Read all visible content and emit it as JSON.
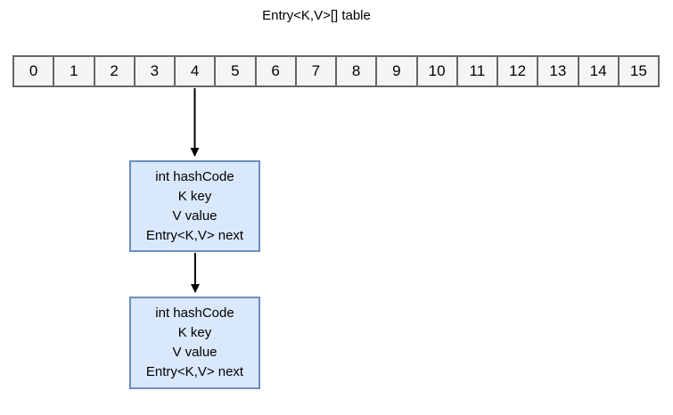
{
  "title": "Entry<K,V>[] table",
  "array": {
    "cells": [
      "0",
      "1",
      "2",
      "3",
      "4",
      "5",
      "6",
      "7",
      "8",
      "9",
      "10",
      "11",
      "12",
      "13",
      "14",
      "15"
    ]
  },
  "entry_nodes": [
    {
      "lines": [
        "int hashCode",
        "K key",
        "V value",
        "Entry<K,V> next"
      ]
    },
    {
      "lines": [
        "int hashCode",
        "K key",
        "V value",
        "Entry<K,V> next"
      ]
    }
  ],
  "colors": {
    "background": "#ffffff",
    "cell_fill": "#f5f5f5",
    "cell_border": "#666666",
    "node_fill": "#dae8fc",
    "node_border": "#6c8ebf",
    "arrow": "#000000",
    "text": "#000000"
  }
}
